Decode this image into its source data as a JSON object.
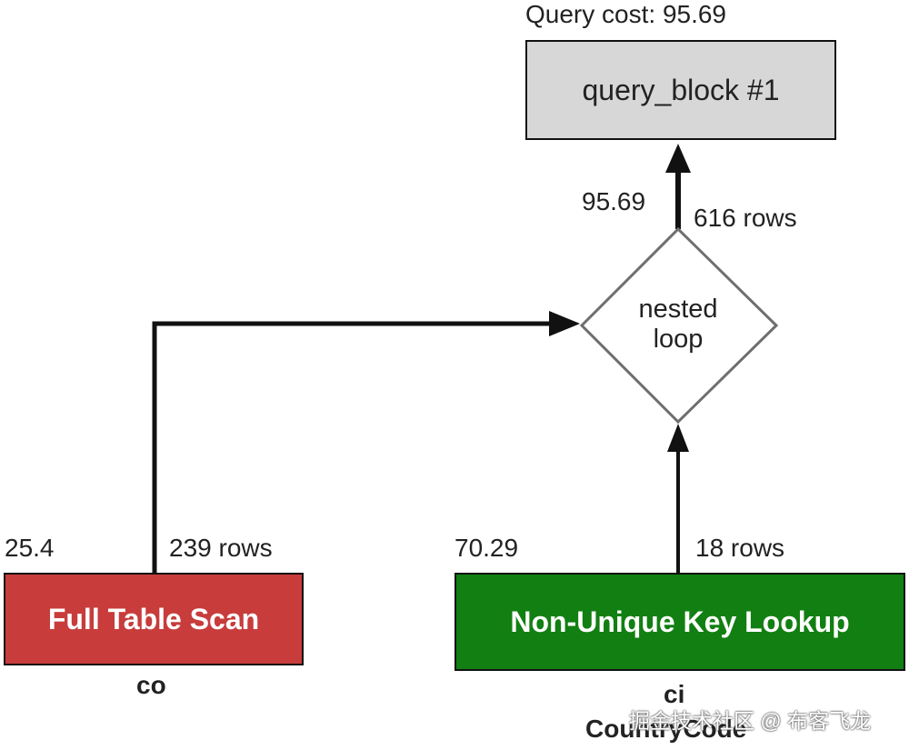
{
  "query_cost": "Query cost: 95.69",
  "query_block": {
    "label": "query_block #1",
    "fill": "#d7d7d7"
  },
  "join_edge": {
    "cost": "95.69",
    "rows": "616 rows"
  },
  "nested_loop": {
    "line1": "nested",
    "line2": "loop"
  },
  "full_table_scan": {
    "label": "Full Table Scan",
    "cost": "25.4",
    "rows": "239 rows",
    "table": "co",
    "fill": "#c83c3c"
  },
  "key_lookup": {
    "label": "Non-Unique Key Lookup",
    "cost": "70.29",
    "rows": "18 rows",
    "table": "ci",
    "key": "CountryCode",
    "fill": "#127f12"
  },
  "watermark": "掘金技术社区 @ 布客飞龙"
}
